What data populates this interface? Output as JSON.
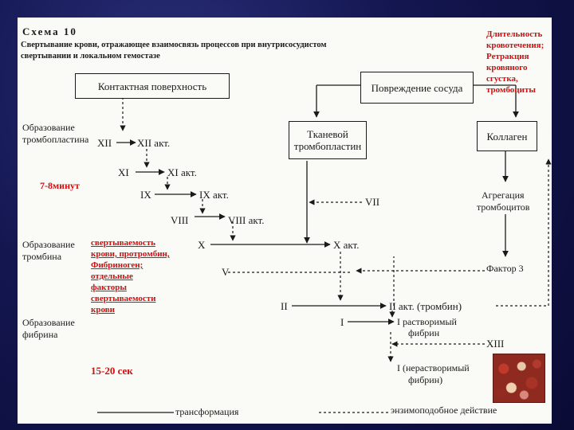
{
  "scheme": {
    "number": "Схема 10",
    "title_line1": "Свертывание крови, отражающее взаимосвязь процессов при внутрисосудистом",
    "title_line2": "свертывании и локальном гемостазе"
  },
  "boxes": {
    "contact": "Контактная поверхность",
    "injury": "Повреждение сосуда",
    "tissue_line1": "Тканевой",
    "tissue_line2": "тромбопластин",
    "collagen": "Коллаген"
  },
  "stages": {
    "thromboplastin_1": "Образование",
    "thromboplastin_2": "тромбопластина",
    "thrombin_1": "Образование",
    "thrombin_2": "тромбина",
    "fibrin_1": "Образование",
    "fibrin_2": "фибрина"
  },
  "factors": {
    "xii": "XII",
    "xii_act": "XII акт.",
    "xi": "XI",
    "xi_act": "XI акт.",
    "ix": "IX",
    "ix_act": "IX акт.",
    "viii": "VIII",
    "viii_act": "VIII акт.",
    "vii": "VII",
    "x": "X",
    "x_act": "X акт.",
    "v": "V",
    "ii": "II",
    "ii_act": "II акт. (тромбин)",
    "i": "I",
    "i_soluble_1": "I растворимый",
    "i_soluble_2": "фибрин",
    "xiii": "XIII",
    "i_insoluble_1": "I (нерастворимый",
    "i_insoluble_2": "фибрин)",
    "aggregation_1": "Агрегация",
    "aggregation_2": "тромбоцитов",
    "factor3": "Фактор 3"
  },
  "annotations": {
    "duration": [
      "Длительность",
      "кровотечения;",
      "Ретракция",
      "кровяного",
      "сгустка,",
      "тромбоциты"
    ],
    "time1": "7-8минут",
    "coag": [
      "свертываемость",
      "крови, протромбин,",
      "Фибриноген;",
      "отдельные",
      "факторы",
      "свертываемости",
      "крови"
    ],
    "time2": "15-20 сек"
  },
  "legend": {
    "transformation": "трансформация",
    "enzyme": "энзимоподобное действие"
  },
  "colors": {
    "accent_red": "#d01010",
    "ink": "#1a1a1a",
    "paper": "#fafaf6"
  }
}
